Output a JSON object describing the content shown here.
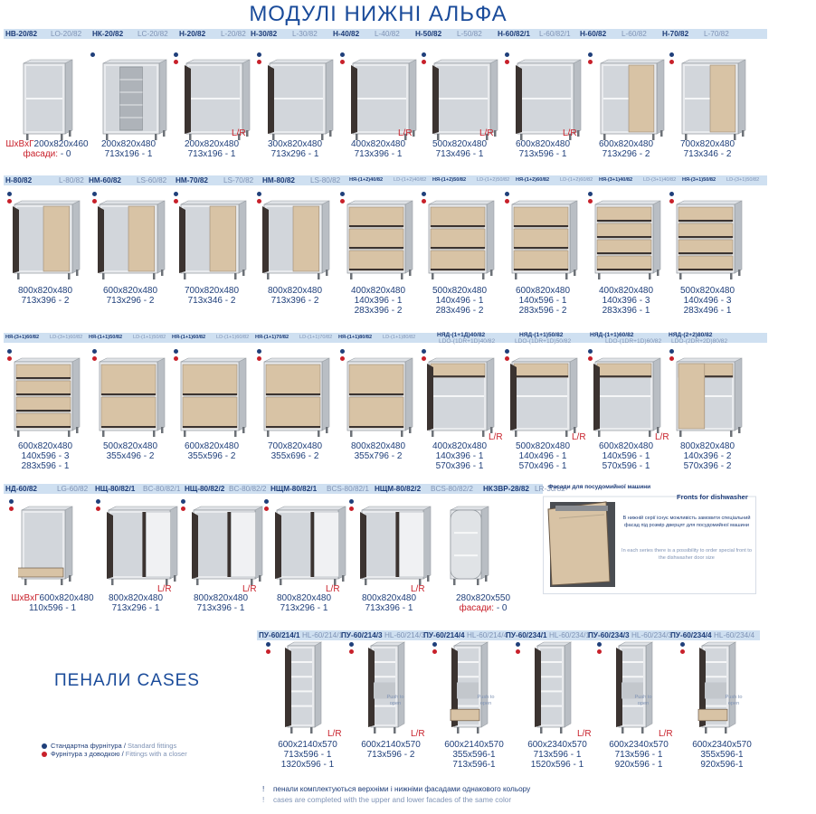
{
  "page_title": "МОДУЛІ НИЖНІ АЛЬФА",
  "colors": {
    "brand_blue": "#1a4b9a",
    "code_bar": "#cfe0f1",
    "accent_red": "#c8202a",
    "cabinet_grey": "#c9cdd2",
    "facade_beige": "#d8c3a5",
    "edge_dark": "#3b3330"
  },
  "row1": {
    "codes": [
      {
        "t": "НВ-20/82",
        "l": false
      },
      {
        "t": "LO-20/82",
        "l": true
      },
      {
        "t": "НК-20/82",
        "l": false
      },
      {
        "t": "LC-20/82",
        "l": true
      },
      {
        "t": "Н-20/82",
        "l": false
      },
      {
        "t": "L-20/82",
        "l": true
      },
      {
        "t": "Н-30/82",
        "l": false
      },
      {
        "t": "L-30/82",
        "l": true
      },
      {
        "t": "Н-40/82",
        "l": false
      },
      {
        "t": "L-40/82",
        "l": true
      },
      {
        "t": "Н-50/82",
        "l": false
      },
      {
        "t": "L-50/82",
        "l": true
      },
      {
        "t": "Н-60/82/1",
        "l": false
      },
      {
        "t": "L-60/82/1",
        "l": true
      },
      {
        "t": "Н-60/82",
        "l": false
      },
      {
        "t": "L-60/82",
        "l": true
      },
      {
        "t": "Н-70/82",
        "l": false
      },
      {
        "t": "L-70/82",
        "l": true
      }
    ],
    "items": [
      {
        "name": "hv-20-82",
        "dim_label": "ШхВхГ",
        "dim": "200x820x460",
        "facade_label": "фасади:",
        "facade": "- 0",
        "lr": "",
        "dots": []
      },
      {
        "name": "hk-20-82",
        "dim": "200x820x480",
        "facade": "713x196 - 1",
        "lr": "",
        "dots": [
          "blue"
        ]
      },
      {
        "name": "h-20-82",
        "dim": "200x820x480",
        "facade": "713x196 - 1",
        "lr": "L/R",
        "dots": [
          "blue",
          "red"
        ]
      },
      {
        "name": "h-30-82",
        "dim": "300x820x480",
        "facade": "713x296 - 1",
        "lr": "",
        "dots": [
          "blue",
          "red"
        ]
      },
      {
        "name": "h-40-82",
        "dim": "400x820x480",
        "facade": "713x396 - 1",
        "lr": "L/R",
        "dots": [
          "blue",
          "red"
        ]
      },
      {
        "name": "h-50-82",
        "dim": "500x820x480",
        "facade": "713x496 - 1",
        "lr": "L/R",
        "dots": [
          "blue",
          "red"
        ]
      },
      {
        "name": "h-60-82-1",
        "dim": "600x820x480",
        "facade": "713x596 - 1",
        "lr": "L/R",
        "dots": [
          "blue",
          "red"
        ]
      },
      {
        "name": "h-60-82",
        "dim": "600x820x480",
        "facade": "713x296 - 2",
        "lr": "",
        "dots": [
          "blue",
          "red"
        ]
      },
      {
        "name": "h-70-82",
        "dim": "700x820x480",
        "facade": "713x346 - 2",
        "lr": "",
        "dots": [
          "blue",
          "red"
        ]
      }
    ]
  },
  "row2": {
    "codes": [
      {
        "t": "Н-80/82",
        "l": false
      },
      {
        "t": "L-80/82",
        "l": true
      },
      {
        "t": "НМ-60/82",
        "l": false
      },
      {
        "t": "LS-60/82",
        "l": true
      },
      {
        "t": "НМ-70/82",
        "l": false
      },
      {
        "t": "LS-70/82",
        "l": true
      },
      {
        "t": "НМ-80/82",
        "l": false
      },
      {
        "t": "LS-80/82",
        "l": true
      },
      {
        "t": "НЯ-(1+2)40/82",
        "l": false,
        "s": true
      },
      {
        "t": "LD-(1+2)40/82",
        "l": true,
        "s": true
      },
      {
        "t": "НЯ-(1+2)50/82",
        "l": false,
        "s": true
      },
      {
        "t": "LD-(1+2)50/82",
        "l": true,
        "s": true
      },
      {
        "t": "НЯ-(1+2)60/82",
        "l": false,
        "s": true
      },
      {
        "t": "LD-(1+2)60/82",
        "l": true,
        "s": true
      },
      {
        "t": "НЯ-(3+1)40/82",
        "l": false,
        "s": true
      },
      {
        "t": "LD-(3+1)40/82",
        "l": true,
        "s": true
      },
      {
        "t": "НЯ-(3+1)50/82",
        "l": false,
        "s": true
      },
      {
        "t": "LD-(3+1)50/82",
        "l": true,
        "s": true
      }
    ],
    "items": [
      {
        "name": "h-80-82",
        "dim": "800x820x480",
        "facade": "713x396 - 2",
        "lines": [],
        "dots": [
          "blue",
          "red"
        ]
      },
      {
        "name": "hm-60-82",
        "dim": "600x820x480",
        "facade": "713x296 - 2",
        "lines": [],
        "dots": [
          "blue",
          "red"
        ]
      },
      {
        "name": "hm-70-82",
        "dim": "700x820x480",
        "facade": "713x346 - 2",
        "lines": [],
        "dots": [
          "blue",
          "red"
        ]
      },
      {
        "name": "hm-80-82",
        "dim": "800x820x480",
        "facade": "713x396 - 2",
        "lines": [],
        "dots": [
          "blue",
          "red"
        ]
      },
      {
        "name": "hya-1-2-40",
        "dim": "400x820x480",
        "facade": "140x396 - 1",
        "lines": [
          "283x396 - 2"
        ],
        "dots": [
          "blue",
          "red"
        ]
      },
      {
        "name": "hya-1-2-50",
        "dim": "500x820x480",
        "facade": "140x496 - 1",
        "lines": [
          "283x496 - 2"
        ],
        "dots": [
          "blue",
          "red"
        ]
      },
      {
        "name": "hya-1-2-60",
        "dim": "600x820x480",
        "facade": "140x596 - 1",
        "lines": [
          "283x596 - 2"
        ],
        "dots": [
          "blue",
          "red"
        ]
      },
      {
        "name": "hya-3-1-40",
        "dim": "400x820x480",
        "facade": "140x396 - 3",
        "lines": [
          "283x396 - 1"
        ],
        "dots": [
          "blue",
          "red"
        ]
      },
      {
        "name": "hya-3-1-50",
        "dim": "500x820x480",
        "facade": "140x496 - 3",
        "lines": [
          "283x496 - 1"
        ],
        "dots": [
          "blue",
          "red"
        ]
      }
    ]
  },
  "row3": {
    "codes": [
      {
        "t": "НЯ-(3+1)60/82",
        "l": false,
        "s": true
      },
      {
        "t": "LD-(3+1)60/82",
        "l": true,
        "s": true
      },
      {
        "t": "НЯ-(1+1)50/82",
        "l": false,
        "s": true
      },
      {
        "t": "LD-(1+1)50/82",
        "l": true,
        "s": true
      },
      {
        "t": "НЯ-(1+1)60/82",
        "l": false,
        "s": true
      },
      {
        "t": "LD-(1+1)60/82",
        "l": true,
        "s": true
      },
      {
        "t": "НЯ-(1+1)70/82",
        "l": false,
        "s": true
      },
      {
        "t": "LD-(1+1)70/82",
        "l": true,
        "s": true
      },
      {
        "t": "НЯ-(1+1)80/82",
        "l": false,
        "s": true
      },
      {
        "t": "LD-(1+1)80/82",
        "l": true,
        "s": true
      },
      {
        "t": "НЯД-(1+1Д)40/82",
        "l": false
      },
      {
        "t": "LDO-(1DR+1D)40/82",
        "l": true
      },
      {
        "t": "НЯД-(1+1)50/82",
        "l": false
      },
      {
        "t": "LDO-(1DR+1D)50/82",
        "l": true
      },
      {
        "t": "НЯД-(1+1)60/82",
        "l": false
      },
      {
        "t": "LDO-(1DR+1D)60/82",
        "l": true
      },
      {
        "t": "НЯД-(2+2)80/82",
        "l": false
      },
      {
        "t": "LDO-(2DR+2D)80/82",
        "l": true
      }
    ],
    "items": [
      {
        "name": "hya-3-1-60",
        "dim": "600x820x480",
        "facade": "140x596 - 3",
        "lines": [
          "283x596 - 1"
        ],
        "lr": "",
        "dots": [
          "blue",
          "red"
        ]
      },
      {
        "name": "hya-1-1-50",
        "dim": "500x820x480",
        "facade": "355x496 - 2",
        "lines": [],
        "lr": "",
        "dots": [
          "blue",
          "red"
        ]
      },
      {
        "name": "hya-1-1-60",
        "dim": "600x820x480",
        "facade": "355x596 - 2",
        "lines": [],
        "lr": "",
        "dots": [
          "blue",
          "red"
        ]
      },
      {
        "name": "hya-1-1-70",
        "dim": "700x820x480",
        "facade": "355x696 - 2",
        "lines": [],
        "lr": "",
        "dots": [
          "blue",
          "red"
        ]
      },
      {
        "name": "hya-1-1-80",
        "dim": "800x820x480",
        "facade": "355x796 - 2",
        "lines": [],
        "lr": "",
        "dots": [
          "blue",
          "red"
        ]
      },
      {
        "name": "hyad-40",
        "dim": "400x820x480",
        "facade": "140x396 - 1",
        "lines": [
          "570x396 - 1"
        ],
        "lr": "L/R",
        "dots": [
          "blue",
          "red"
        ]
      },
      {
        "name": "hyad-50",
        "dim": "500x820x480",
        "facade": "140x496 - 1",
        "lines": [
          "570x496 - 1"
        ],
        "lr": "L/R",
        "dots": [
          "blue",
          "red"
        ]
      },
      {
        "name": "hyad-60",
        "dim": "600x820x480",
        "facade": "140x596 - 1",
        "lines": [
          "570x596 - 1"
        ],
        "lr": "L/R",
        "dots": [
          "blue",
          "red"
        ]
      },
      {
        "name": "hyad-80",
        "dim": "800x820x480",
        "facade": "140x396 - 2",
        "lines": [
          "570x396 - 2"
        ],
        "lr": "",
        "dots": [
          "blue",
          "red"
        ]
      }
    ]
  },
  "row4": {
    "codes": [
      {
        "t": "НД-60/82",
        "l": false
      },
      {
        "t": "LG-60/82",
        "l": true
      },
      {
        "t": "НЩ-80/82/1",
        "l": false
      },
      {
        "t": "BC-80/82/1",
        "l": true
      },
      {
        "t": "НЩ-80/82/2",
        "l": false
      },
      {
        "t": "BC-80/82/2",
        "l": true
      },
      {
        "t": "НЩМ-80/82/1",
        "l": false
      },
      {
        "t": "BCS-80/82/1",
        "l": true
      },
      {
        "t": "НЩМ-80/82/2",
        "l": false
      },
      {
        "t": "BCS-80/82/2",
        "l": true
      },
      {
        "t": "НКЗВР-28/82",
        "l": false
      },
      {
        "t": "LR-30/82",
        "l": true
      }
    ],
    "items": [
      {
        "name": "hd-60-82",
        "dim_label": "ШхВхГ",
        "dim": "600x820x480",
        "facade": "110x596 - 1",
        "lr": "",
        "dots": [
          "blue",
          "red"
        ]
      },
      {
        "name": "hsch-80-82-1",
        "dim": "800x820x480",
        "facade": "713x296 - 1",
        "lr": "L/R",
        "dots": [
          "blue",
          "red"
        ]
      },
      {
        "name": "hsch-80-82-2",
        "dim": "800x820x480",
        "facade": "713x396 - 1",
        "lr": "L/R",
        "dots": [
          "blue",
          "red"
        ]
      },
      {
        "name": "hschm-80-82-1",
        "dim": "800x820x480",
        "facade": "713x296 - 1",
        "lr": "L/R",
        "dots": [
          "blue",
          "red"
        ]
      },
      {
        "name": "hschm-80-82-2",
        "dim": "800x820x480",
        "facade": "713x396 - 1",
        "lr": "L/R",
        "dots": [
          "blue",
          "red"
        ]
      },
      {
        "name": "hkzvr-28-82",
        "dim": "280x820x550",
        "facade_label": "фасади:",
        "facade": "- 0",
        "lr": "",
        "dots": []
      }
    ]
  },
  "dishwasher": {
    "title_ua": "Фасади для посудомийної машини",
    "title_en": "Fronts for dishwasher",
    "text_ua": "В нижній серії існує можливість замовити спеціальний фасад під розмір дверцят для посудомийної машини",
    "text_en": "In each series there is a possibility to order special front to the dishwasher door size"
  },
  "cases": {
    "title": "ПЕНАЛИ   CASES",
    "codes": [
      {
        "t": "ПУ-60/214/1",
        "l": false
      },
      {
        "t": "HL-60/214/1",
        "l": true
      },
      {
        "t": "ПУ-60/214/3",
        "l": false
      },
      {
        "t": "HL-60/214/3",
        "l": true
      },
      {
        "t": "ПУ-60/214/4",
        "l": false
      },
      {
        "t": "HL-60/214/4",
        "l": true
      },
      {
        "t": "ПУ-60/234/1",
        "l": false
      },
      {
        "t": "HL-60/234/1",
        "l": true
      },
      {
        "t": "ПУ-60/234/3",
        "l": false
      },
      {
        "t": "HL-60/234/3",
        "l": true
      },
      {
        "t": "ПУ-60/234/4",
        "l": false
      },
      {
        "t": "HL-60/234/4",
        "l": true
      }
    ],
    "push_label": "Push to open",
    "items": [
      {
        "name": "pu-60-214-1",
        "dim": "600x2140x570",
        "facade": "713x596 - 1",
        "lines": [
          "1320x596 - 1"
        ],
        "lr": "L/R",
        "push": false
      },
      {
        "name": "pu-60-214-3",
        "dim": "600x2140x570",
        "facade": "713x596 - 2",
        "lines": [],
        "lr": "L/R",
        "push": true
      },
      {
        "name": "pu-60-214-4",
        "dim": "600x2140x570",
        "facade": "355x596-1",
        "lines": [
          "713x596-1"
        ],
        "lr": "",
        "push": true
      },
      {
        "name": "pu-60-234-1",
        "dim": "600x2340x570",
        "facade": "713x596 - 1",
        "lines": [
          "1520x596 - 1"
        ],
        "lr": "L/R",
        "push": false
      },
      {
        "name": "pu-60-234-3",
        "dim": "600x2340x570",
        "facade": "713x596 - 1",
        "lines": [
          "920x596 - 1"
        ],
        "lr": "L/R",
        "push": true
      },
      {
        "name": "pu-60-234-4",
        "dim": "600x2340x570",
        "facade": "355x596-1",
        "lines": [
          "920x596-1"
        ],
        "lr": "",
        "push": true
      }
    ]
  },
  "legend": {
    "standard_ua": "Стандартна фурнітура",
    "standard_en": "Standard fittings",
    "closer_ua": "Фурнітура з доводкою",
    "closer_en": "Fittings with a closer"
  },
  "notes": {
    "mark": "!",
    "ua": "пенали комплектуються верхніми і нижніми фасадами однакового кольору",
    "en": "cases are completed with the upper and lower facades of the same color"
  }
}
